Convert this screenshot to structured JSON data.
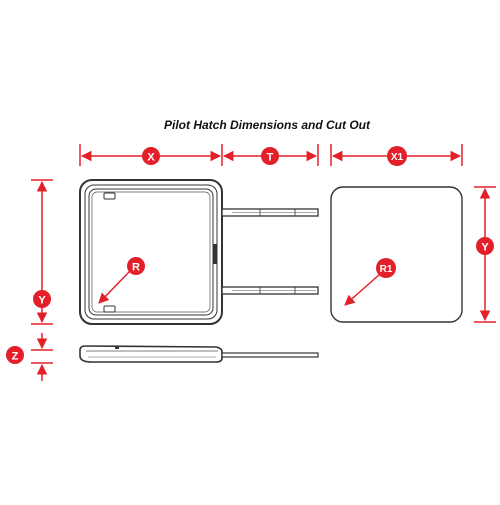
{
  "title": "Pilot Hatch Dimensions and Cut Out",
  "labels": {
    "x": "X",
    "t": "T",
    "x1": "X1",
    "y_left": "Y",
    "y_right": "Y",
    "z": "Z",
    "r": "R",
    "r1": "R1"
  },
  "colors": {
    "dimension": "#e3202a",
    "outline": "#333333",
    "background": "#ffffff"
  }
}
